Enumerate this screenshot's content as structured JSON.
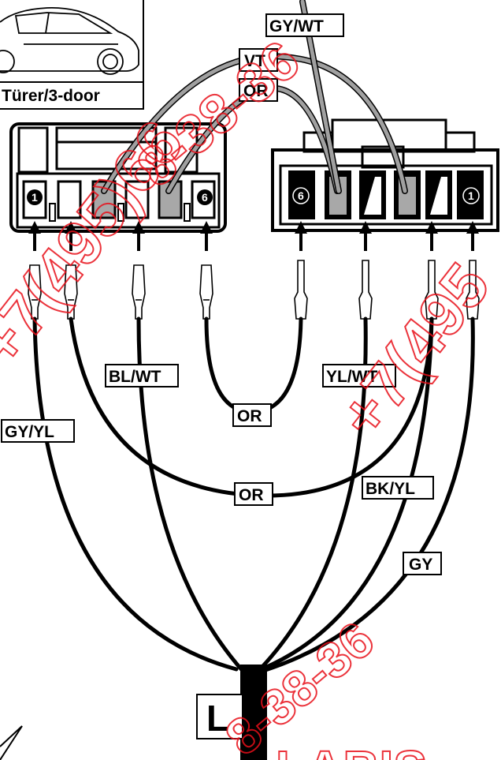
{
  "vehicle_box": {
    "caption": "Türer/3-door"
  },
  "wire_labels": {
    "gy_wt": "GY/WT",
    "vt": "VT",
    "or_top": "OR",
    "gy_yl": "GY/YL",
    "bl_wt": "BL/WT",
    "or_loop": "OR",
    "yl_wt": "YL/WT",
    "or_arc": "OR",
    "bk_yl": "BK/YL",
    "gy": "GY"
  },
  "connector_left": {
    "pin_first": "1",
    "pin_last": "6"
  },
  "connector_right": {
    "pin_first": "6",
    "pin_last": "1"
  },
  "bundle_label": "L",
  "watermark": {
    "text_a": "+7(495)66",
    "text_b": "8-38-36",
    "text_c": "+7(495",
    "text_d": "LABIS"
  },
  "colors": {
    "wire": "#000000",
    "highlight_wire": "#a0a0a0",
    "watermark": "#e8101a"
  }
}
